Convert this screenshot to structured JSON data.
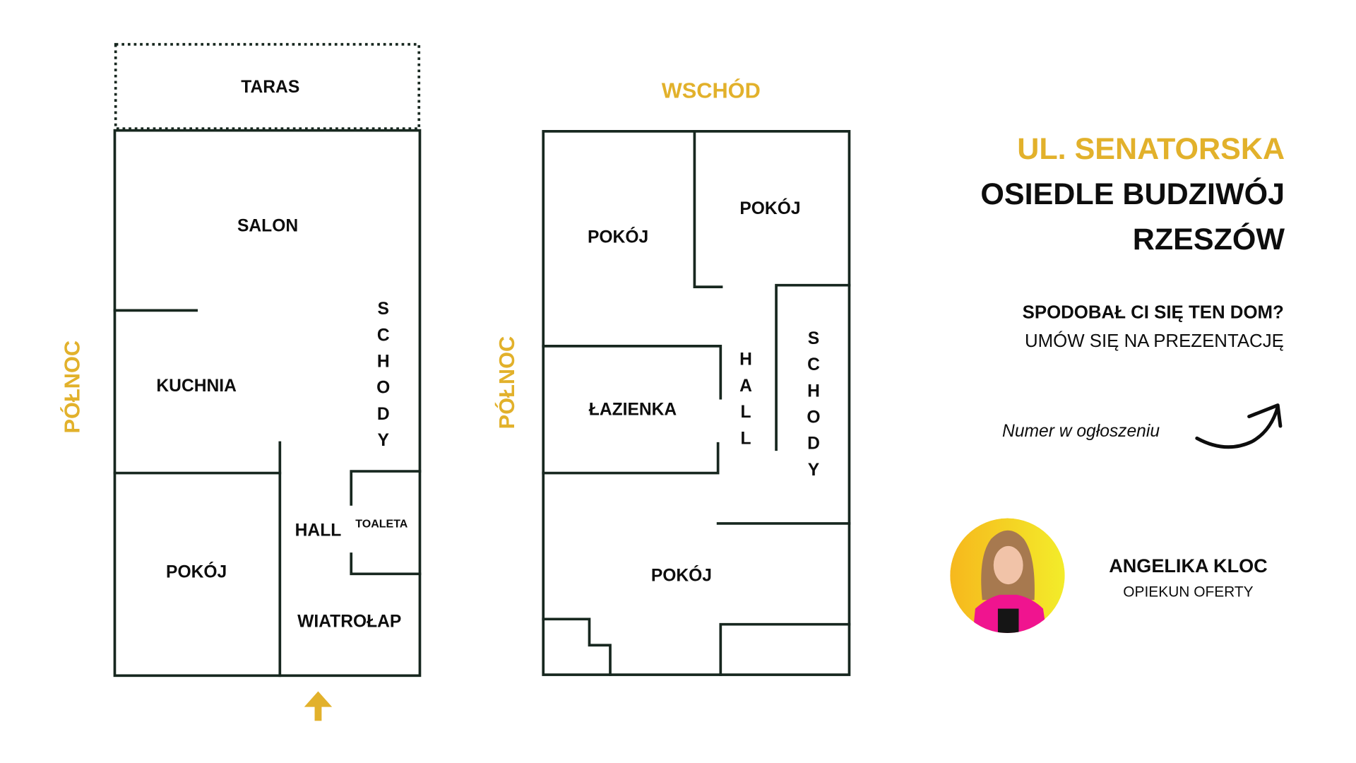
{
  "colors": {
    "accent": "#e2b12b",
    "wall": "#17271f",
    "text": "#0d0d0d",
    "photo_bg_from": "#f6b81d",
    "photo_bg_to": "#f3ec2a"
  },
  "ground_floor": {
    "orientation": "PÓŁNOC",
    "rooms": {
      "terrace": "TARAS",
      "living_room": "SALON",
      "kitchen": "KUCHNIA",
      "stairs": "SCHODY",
      "room": "POKÓJ",
      "hall": "HALL",
      "toilet": "TOALETA",
      "vestibule": "WIATROŁAP"
    },
    "entrance_icon": "arrow-up-icon"
  },
  "first_floor": {
    "orientation_top": "WSCHÓD",
    "orientation_side": "PÓŁNOC",
    "rooms": {
      "room_1": "POKÓJ",
      "room_2": "POKÓJ",
      "bathroom": "ŁAZIENKA",
      "hall": "HALL",
      "stairs": "SCHODY",
      "room_3": "POKÓJ"
    }
  },
  "listing": {
    "street": "UL. SENATORSKA",
    "district": "OSIEDLE BUDZIWÓJ",
    "city": "RZESZÓW",
    "cta_question": "SPODOBAŁ CI SIĘ TEN DOM?",
    "cta_action": "UMÓW SIĘ NA PREZENTACJĘ",
    "phone_hint": "Numer w ogłoszeniu",
    "arrow_icon": "curved-arrow-icon"
  },
  "agent": {
    "name": "ANGELIKA KLOC",
    "role": "OPIEKUN OFERTY"
  }
}
